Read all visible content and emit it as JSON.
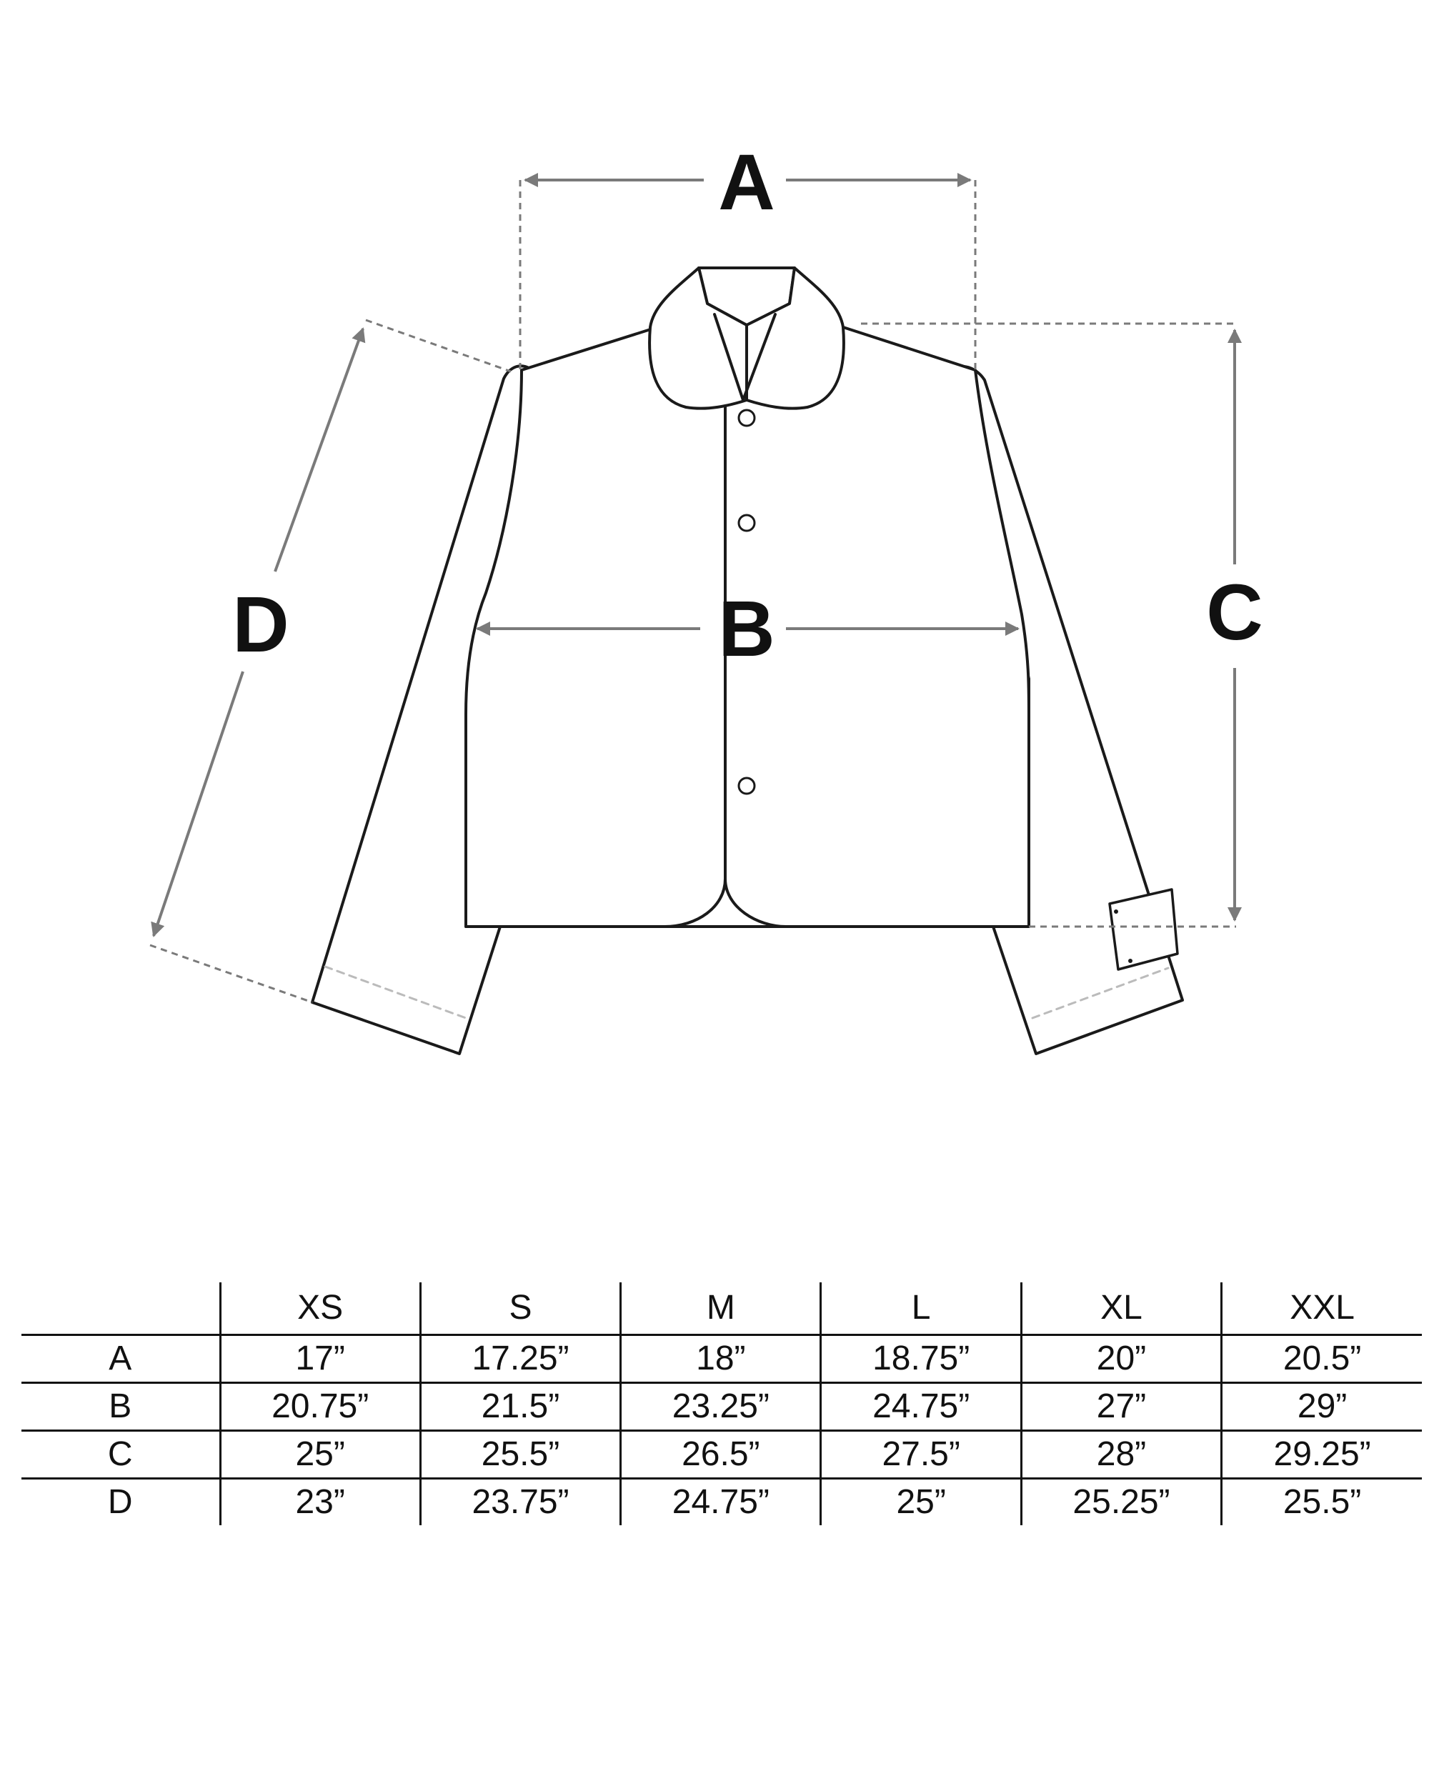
{
  "diagram": {
    "labels": {
      "a": "A",
      "b": "B",
      "c": "C",
      "d": "D"
    },
    "colors": {
      "outline": "#1a1a1a",
      "arrow": "#7a7a7a",
      "background": "#ffffff"
    }
  },
  "table": {
    "sizes": [
      "XS",
      "S",
      "M",
      "L",
      "XL",
      "XXL"
    ],
    "rows": [
      {
        "label": "A",
        "values": [
          "17”",
          "17.25”",
          "18”",
          "18.75”",
          "20”",
          "20.5”"
        ]
      },
      {
        "label": "B",
        "values": [
          "20.75”",
          "21.5”",
          "23.25”",
          "24.75”",
          "27”",
          "29”"
        ]
      },
      {
        "label": "C",
        "values": [
          "25”",
          "25.5”",
          "26.5”",
          "27.5”",
          "28”",
          "29.25”"
        ]
      },
      {
        "label": "D",
        "values": [
          "23”",
          "23.75”",
          "24.75”",
          "25”",
          "25.25”",
          "25.5”"
        ]
      }
    ]
  }
}
